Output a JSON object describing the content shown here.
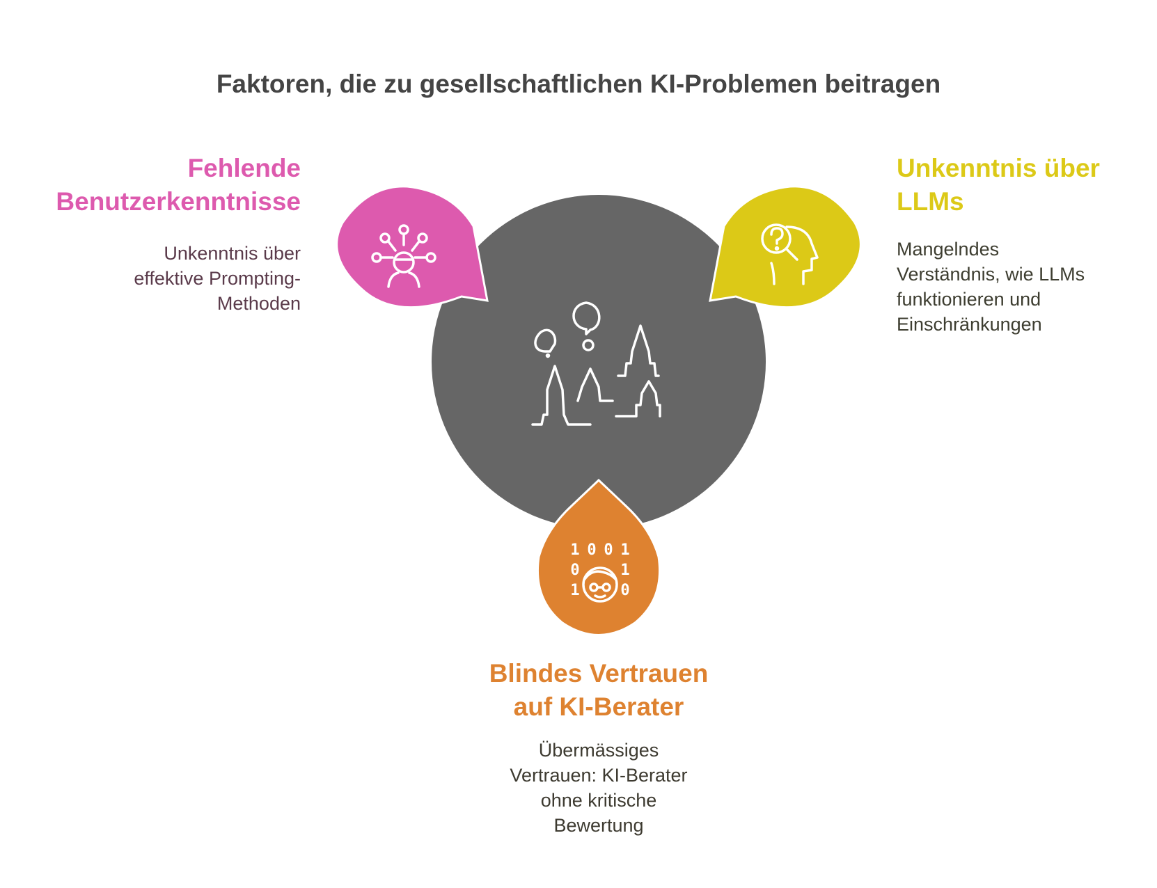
{
  "title": "Faktoren, die zu gesellschaftlichen KI-Problemen beitragen",
  "center": {
    "icon": "society-landscape-icon",
    "color": "#666666"
  },
  "factors": [
    {
      "id": "left",
      "heading_lines": [
        "Fehlende",
        "Benutzerkenntnisse"
      ],
      "description_lines": [
        "Unkenntnis über",
        "effektive Prompting-",
        "Methoden"
      ],
      "color": "#DD5AAE",
      "desc_color": "#5a3a4a",
      "icon": "network-user-icon"
    },
    {
      "id": "right",
      "heading_lines": [
        "Unkenntnis über",
        "LLMs"
      ],
      "description_lines": [
        "Mangelndes",
        "Verständnis, wie LLMs",
        "funktionieren und",
        "Einschränkungen"
      ],
      "color": "#DCC917",
      "desc_color": "#3d3d30",
      "icon": "question-head-search-icon"
    },
    {
      "id": "bottom",
      "heading_lines": [
        "Blindes Vertrauen",
        "auf KI-Berater"
      ],
      "description_lines": [
        "Übermässiges",
        "Vertrauen: KI-Berater",
        "ohne kritische",
        "Bewertung"
      ],
      "color": "#DE8230",
      "desc_color": "#3d3a30",
      "icon": "binary-face-icon",
      "binary_digits": [
        "1",
        "0",
        "0",
        "1",
        "0",
        "1",
        "1",
        "0"
      ]
    }
  ]
}
